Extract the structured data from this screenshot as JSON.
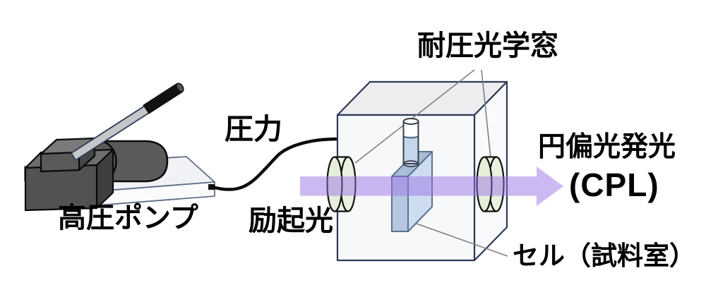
{
  "diagram": {
    "title_context": "CPL high-pressure measurement setup schematic",
    "labels": {
      "pressure": "圧力",
      "excitation_light": "励起光",
      "pump": "高圧ポンプ",
      "optical_window": "耐圧光学窓",
      "cpl_line1": "円偏光発光",
      "cpl_line2": "(CPL)",
      "cell": "セル（試料室）"
    },
    "colors": {
      "background": "#ffffff",
      "beam_purple": "#9b74e6",
      "window_green": "#e4eed8",
      "cell_blue": "#cdddef",
      "box_outline": "#2c3a58",
      "box_face": "#f7f8fa",
      "pump_dark_gray": "#525252",
      "lever_gray": "#c5c6c9",
      "pointer_line_gray": "#808080",
      "text": "#000000"
    }
  }
}
